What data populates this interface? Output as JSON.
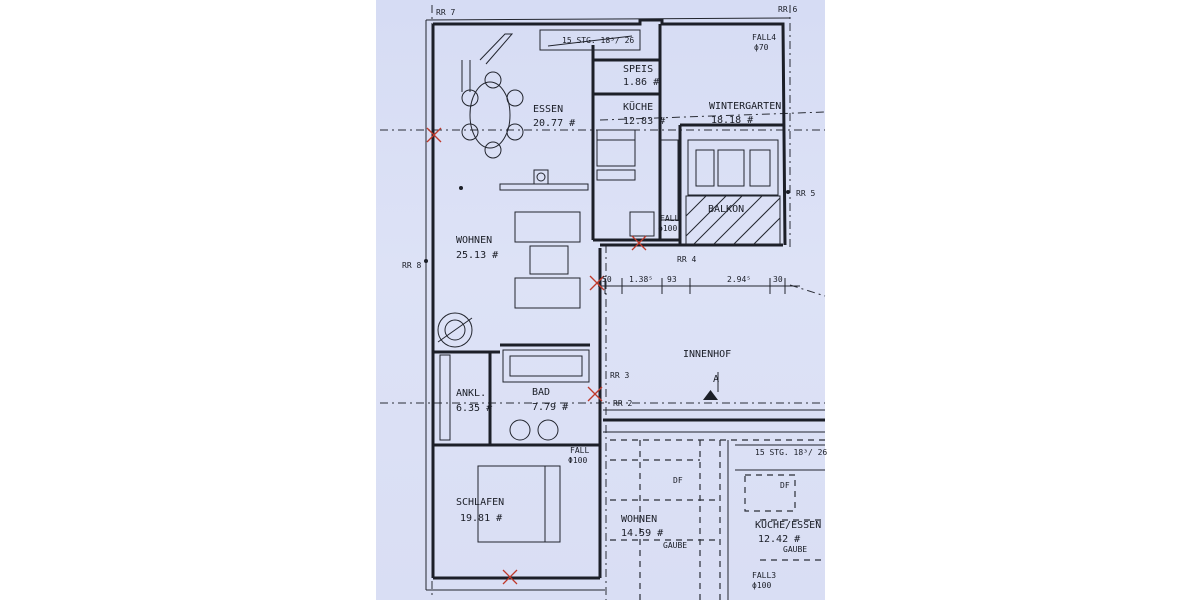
{
  "rooms": {
    "essen": {
      "name": "ESSEN",
      "area": "20.77 #"
    },
    "speis": {
      "name": "SPEIS",
      "area": "1.86 #"
    },
    "kueche": {
      "name": "KÜCHE",
      "area": "12.83 #"
    },
    "wintergarten": {
      "name": "WINTERGARTEN",
      "area": "18.18 #"
    },
    "balkon": {
      "name": "BALKON"
    },
    "wohnen": {
      "name": "WOHNEN",
      "area": "25.13 #"
    },
    "innenhof": {
      "name": "INNENHOF"
    },
    "ankl": {
      "name": "ANKL.",
      "area": "6.35 #"
    },
    "bad": {
      "name": "BAD",
      "area": "7.79 #"
    },
    "schlafen": {
      "name": "SCHLAFEN",
      "area": "19.81 #"
    },
    "wohnen2": {
      "name": "WOHNEN",
      "area": "14.59 #"
    },
    "kueche_essen": {
      "name": "KÜCHE/ESSEN",
      "area": "12.42 #"
    }
  },
  "markers": {
    "rr7": "RR 7",
    "rr6": "RR 6",
    "rr5": "RR 5",
    "rr4": "RR 4",
    "rr8": "RR 8",
    "rr3": "RR 3",
    "rr2": "RR 2",
    "section": "A"
  },
  "annotations": {
    "stair_top": "15 STG. 18³/ 26",
    "stair_bottom": "15 STG. 18³/ 26",
    "fall4": "FALL4",
    "fall4_dia": "ϕ70",
    "fall_top": "FALL",
    "fall_top_dia": "ϕ100",
    "fall_mid": "FALL",
    "fall_mid_dia": "Φ100",
    "fall_bottom": "FALL3",
    "fall_bottom_dia": "ϕ100",
    "df1": "DF",
    "df2": "DF",
    "gaube1": "GAUBE",
    "gaube2": "GAUBE"
  },
  "dimensions": {
    "d1": "50",
    "d2": "1.38⁵",
    "d3": "93",
    "d4": "2.94⁵",
    "d5": "30"
  },
  "colors": {
    "paper": "#d9def4",
    "ink": "#1c1f28",
    "marker": "#c0392b"
  }
}
